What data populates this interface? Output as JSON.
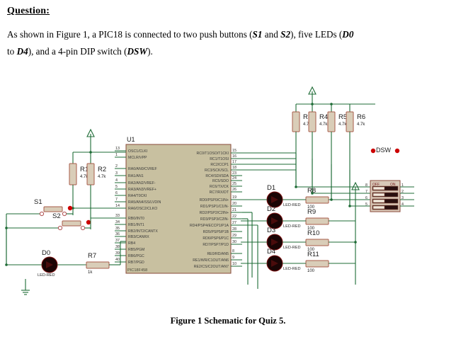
{
  "question": {
    "heading": "Question:",
    "line1_a": "As shown in Figure 1, a PIC18 is connected to two push buttons (",
    "s1": "S1",
    "line1_b": " and ",
    "s2": "S2",
    "line1_c": "), five LEDs (",
    "d0": "D0",
    "line2_a": "to ",
    "d4": "D4",
    "line2_b": "), and a 4-pin DIP switch (",
    "dsw": "DSW",
    "line2_c": ")."
  },
  "caption": "Figure 1 Schematic for Quiz 5.",
  "schematic": {
    "mcu": {
      "designator": "U1",
      "part": "PIC18F458",
      "left_pins": [
        {
          "num": "13",
          "name": "OSC1/CLKI"
        },
        {
          "num": "1",
          "name": "MCLR/VPP"
        },
        {
          "num": "2",
          "name": "RA0/AN0/CVREF"
        },
        {
          "num": "3",
          "name": "RA1/AN1"
        },
        {
          "num": "4",
          "name": "RA2/AN2/VREF-"
        },
        {
          "num": "5",
          "name": "RA3/AN3/VREF+"
        },
        {
          "num": "6",
          "name": "RA4/T0CKI"
        },
        {
          "num": "7",
          "name": "RA5/AN4/SS/LVDIN"
        },
        {
          "num": "14",
          "name": "RA6/OSC2/CLKO"
        },
        {
          "num": "33",
          "name": "RB0/INT0"
        },
        {
          "num": "34",
          "name": "RB1/INT1"
        },
        {
          "num": "35",
          "name": "RB2/INT2/CANTX"
        },
        {
          "num": "36",
          "name": "RB3/CANRX"
        },
        {
          "num": "37",
          "name": "RB4"
        },
        {
          "num": "38",
          "name": "RB5/PGM"
        },
        {
          "num": "39",
          "name": "RB6/PGC"
        },
        {
          "num": "40",
          "name": "RB7/PGD"
        }
      ],
      "right_pins": [
        {
          "num": "15",
          "name": "RC0/T1OSO/T1CKI"
        },
        {
          "num": "16",
          "name": "RC1/T1OSI"
        },
        {
          "num": "17",
          "name": "RC2/CCP1"
        },
        {
          "num": "18",
          "name": "RC3/SCK/SCL"
        },
        {
          "num": "23",
          "name": "RC4/SDI/SDA"
        },
        {
          "num": "24",
          "name": "RC5/SDO"
        },
        {
          "num": "25",
          "name": "RC6/TX/CK"
        },
        {
          "num": "26",
          "name": "RC7/RX/DT"
        },
        {
          "num": "19",
          "name": "RD0/PSP0/C1IN+"
        },
        {
          "num": "20",
          "name": "RD1/PSP1/C1IN-"
        },
        {
          "num": "21",
          "name": "RD2/PSP2/C2IN+"
        },
        {
          "num": "22",
          "name": "RD3/PSP3/C2IN-"
        },
        {
          "num": "27",
          "name": "RD4/PSP4/ECCP1/P1A"
        },
        {
          "num": "28",
          "name": "RD5/PSP5/P1B"
        },
        {
          "num": "29",
          "name": "RD6/PSP6/P1C"
        },
        {
          "num": "30",
          "name": "RD7/PSP7/P1D"
        },
        {
          "num": "8",
          "name": "RE0/RD/AN5"
        },
        {
          "num": "9",
          "name": "RE1/WR/C1OUT/AN6"
        },
        {
          "num": "10",
          "name": "RE2/CS/C2OUT/AN7"
        }
      ]
    },
    "resistors": [
      {
        "ref": "R1",
        "value": "4.7k"
      },
      {
        "ref": "R2",
        "value": "4.7k"
      },
      {
        "ref": "R3",
        "value": "4.7k"
      },
      {
        "ref": "R4",
        "value": "4.7k"
      },
      {
        "ref": "R5",
        "value": "4.7k"
      },
      {
        "ref": "R6",
        "value": "4.7k"
      },
      {
        "ref": "R7",
        "value": "1k"
      },
      {
        "ref": "R8",
        "value": "100"
      },
      {
        "ref": "R9",
        "value": "100"
      },
      {
        "ref": "R10",
        "value": "100"
      },
      {
        "ref": "R11",
        "value": "100"
      }
    ],
    "leds": [
      {
        "ref": "D0",
        "type": "LED-RED"
      },
      {
        "ref": "D1",
        "type": "LED-RED"
      },
      {
        "ref": "D2",
        "type": "LED-RED"
      },
      {
        "ref": "D3",
        "type": "LED-RED"
      },
      {
        "ref": "D4",
        "type": "LED-RED"
      }
    ],
    "switches": [
      {
        "ref": "S1"
      },
      {
        "ref": "S2"
      }
    ],
    "dipswitch": {
      "ref": "DSW",
      "label_off": "OFF",
      "label_on": "ON",
      "left_pins": [
        "8",
        "7",
        "6",
        "5"
      ],
      "right_pins": [
        "1",
        "2",
        "3",
        "4"
      ]
    }
  }
}
